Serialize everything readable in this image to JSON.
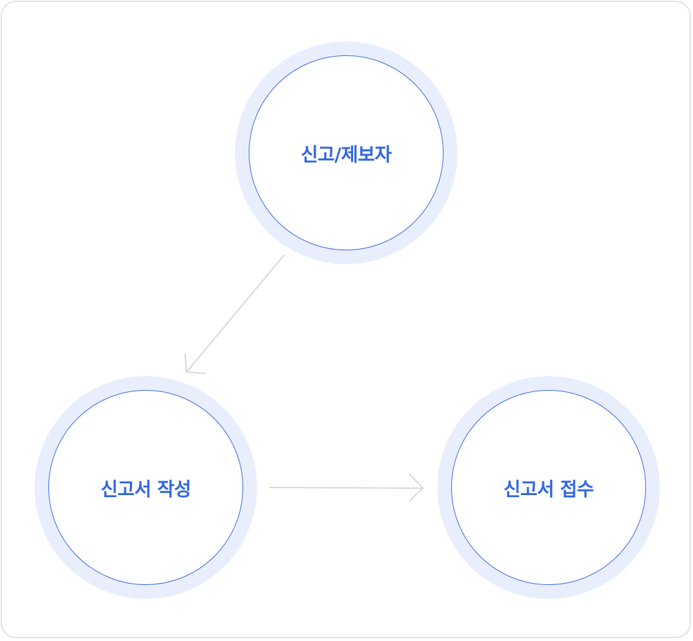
{
  "nodes": {
    "reporter": {
      "label": "신고/제보자"
    },
    "write": {
      "label": "신고서 작성"
    },
    "receive": {
      "label": "신고서 접수"
    }
  },
  "colors": {
    "ring": "#e8eefc",
    "border": "#3d6fe0",
    "text": "#3267e3",
    "arrow": "#d9d9d9",
    "frame": "#e3e3e3"
  }
}
